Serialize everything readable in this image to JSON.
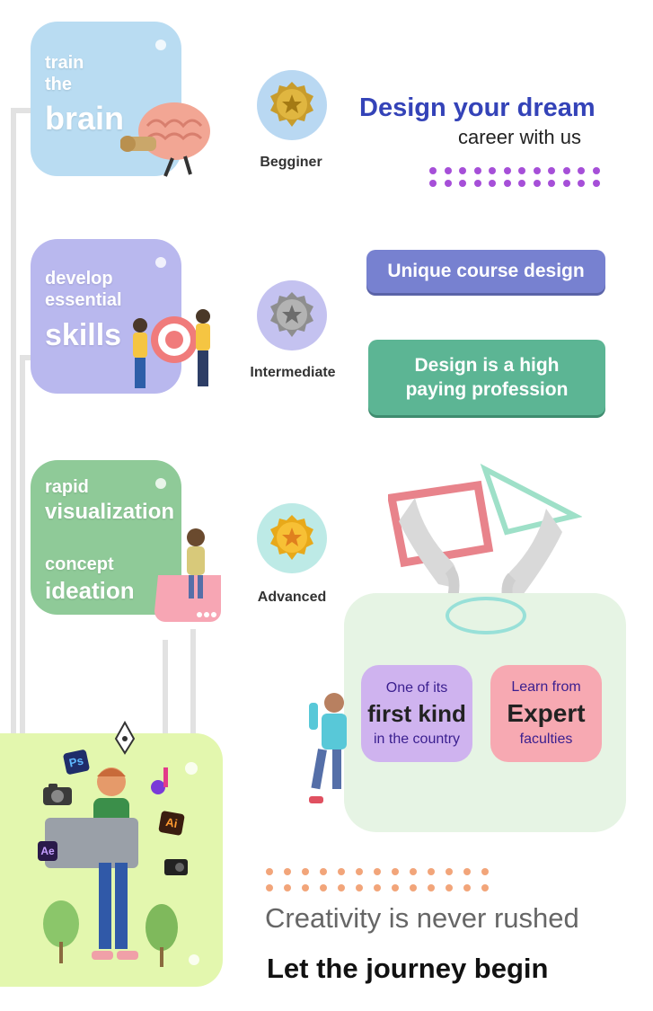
{
  "cards": {
    "brain": {
      "line1": "train",
      "line2": "the",
      "line3": "brain"
    },
    "skills": {
      "line1": "develop",
      "line2": "essential",
      "line3": "skills"
    },
    "visualization": {
      "line1": "rapid",
      "line2": "visualization",
      "line3": "concept",
      "line4": "ideation"
    }
  },
  "levels": {
    "beginner": "Begginer",
    "intermediate": "Intermediate",
    "advanced": "Advanced"
  },
  "headline": {
    "line1": "Design your dream",
    "line2": "career with us"
  },
  "features": {
    "unique": "Unique course design",
    "paying_line1": "Design is a high",
    "paying_line2": "paying profession"
  },
  "highlights": {
    "first": {
      "top": "One of its",
      "main": "first kind",
      "bottom": "in the country"
    },
    "expert": {
      "top": "Learn from",
      "main": "Expert",
      "bottom": "faculties"
    }
  },
  "tools": {
    "ps": "Ps",
    "ai": "Ai",
    "ae": "Ae"
  },
  "taglines": {
    "line1": "Creativity is never rushed",
    "line2": "Let the journey begin"
  },
  "colors": {
    "brain_card": "#b9dcf2",
    "skills_card": "#b9b8ee",
    "visual_card": "#8fca98",
    "laptop_card": "#e3f7ae",
    "headline_blue": "#3443b8",
    "unique_pill": "#7781d0",
    "paying_pill": "#5cb594",
    "first_card": "#cfb3ef",
    "expert_card": "#f7a9b2",
    "dots_purple": "#a64fd8",
    "dots_orange": "#f2a57a"
  }
}
